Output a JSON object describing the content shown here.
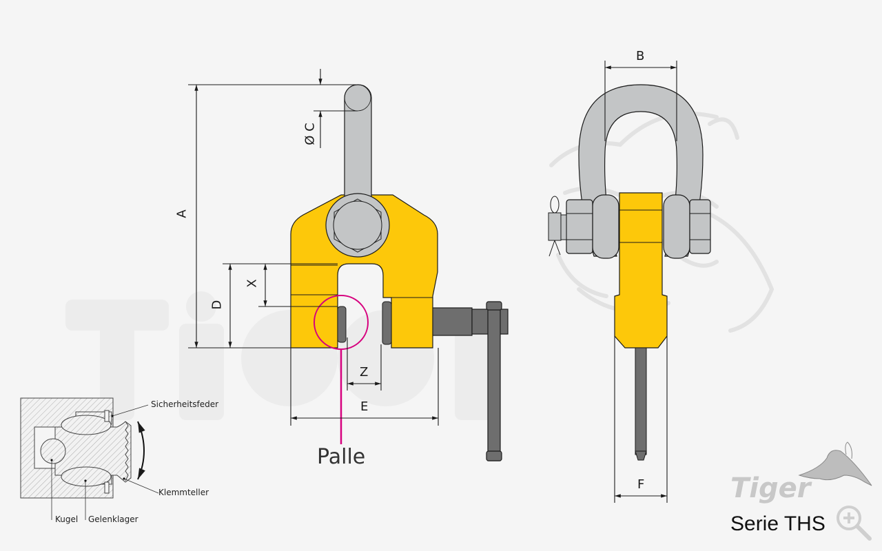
{
  "diagram": {
    "title": "Serie THS",
    "brand": "Tiger",
    "watermark_text": "Tiger",
    "colors": {
      "background": "#f5f5f5",
      "body_yellow": "#fdc80a",
      "steel_gray": "#c3c5c6",
      "dark_gray": "#6e6e6e",
      "highlight_magenta": "#d6007e",
      "line": "#1a1a1a"
    },
    "front_view": {
      "dimensions": {
        "A": "A",
        "C": "Ø C",
        "D": "D",
        "X": "X",
        "Z": "Z",
        "E": "E"
      },
      "callout": "Palle"
    },
    "side_view": {
      "dimensions": {
        "B": "B",
        "F": "F"
      }
    },
    "detail_section": {
      "labels": {
        "safety_spring": "Sicherheitsfeder",
        "clamping_plate": "Klemmteller",
        "ball": "Kugel",
        "joint_bearing": "Gelenklager"
      }
    },
    "zoom_icon": "zoom-in-icon"
  }
}
